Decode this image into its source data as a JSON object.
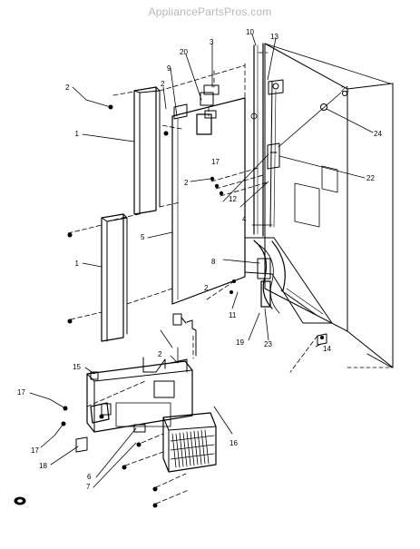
{
  "watermark": "AppliancePartsPros.com",
  "callouts": [
    {
      "id": "c-1a",
      "label": "1"
    },
    {
      "id": "c-1b",
      "label": "1"
    },
    {
      "id": "c-2a",
      "label": "2"
    },
    {
      "id": "c-2b",
      "label": "2"
    },
    {
      "id": "c-2c",
      "label": "2"
    },
    {
      "id": "c-2d",
      "label": "2"
    },
    {
      "id": "c-2e",
      "label": "2"
    },
    {
      "id": "c-3",
      "label": "3"
    },
    {
      "id": "c-4",
      "label": "4"
    },
    {
      "id": "c-5",
      "label": "5"
    },
    {
      "id": "c-6",
      "label": "6"
    },
    {
      "id": "c-7",
      "label": "7"
    },
    {
      "id": "c-8",
      "label": "8"
    },
    {
      "id": "c-9",
      "label": "9"
    },
    {
      "id": "c-10",
      "label": "10"
    },
    {
      "id": "c-11",
      "label": "11"
    },
    {
      "id": "c-12",
      "label": "12"
    },
    {
      "id": "c-13",
      "label": "13"
    },
    {
      "id": "c-14",
      "label": "14"
    },
    {
      "id": "c-15",
      "label": "15"
    },
    {
      "id": "c-16",
      "label": "16"
    },
    {
      "id": "c-17a",
      "label": "17"
    },
    {
      "id": "c-17b",
      "label": "17"
    },
    {
      "id": "c-17c",
      "label": "17"
    },
    {
      "id": "c-18",
      "label": "18"
    },
    {
      "id": "c-19",
      "label": "19"
    },
    {
      "id": "c-20",
      "label": "20"
    },
    {
      "id": "c-21",
      "label": "21"
    },
    {
      "id": "c-22",
      "label": "22"
    },
    {
      "id": "c-23",
      "label": "23"
    },
    {
      "id": "c-24",
      "label": "24"
    }
  ]
}
